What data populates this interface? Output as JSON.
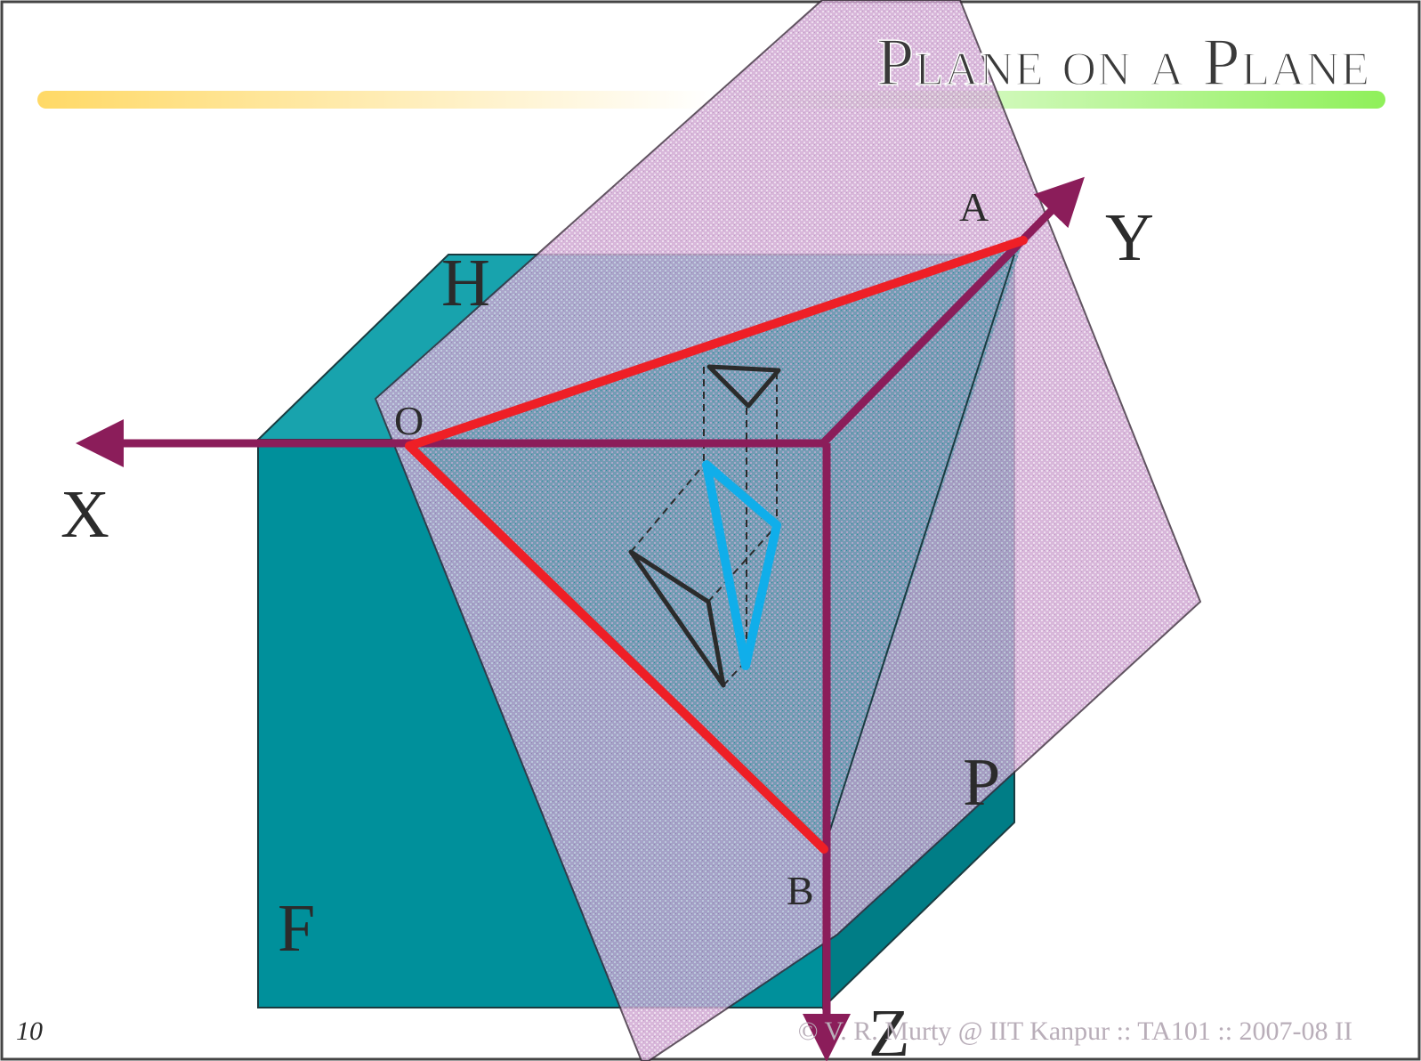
{
  "slide": {
    "title": "Plane on a Plane",
    "page_number": "10",
    "footer": "© V. R. Murty @ IIT Kanpur :: TA101 :: 2007-08 II",
    "colors": {
      "plane_teal": "#00909b",
      "plane_teal_light": "#18a3ad",
      "plane_teal_dark": "#007d86",
      "inclined_plane_purple": "#c9a2c9",
      "axis_color": "#8b1d5a",
      "trace_red": "#ee1f26",
      "projection_blue": "#10aeea",
      "title_bar_yellow": "#ffd966",
      "title_bar_green": "#8ff05a"
    }
  },
  "labels": {
    "x_axis": "X",
    "y_axis": "Y",
    "z_axis": "Z",
    "horizontal_plane": "H",
    "frontal_plane": "F",
    "profile_plane": "P",
    "point_origin": "O",
    "point_a": "A",
    "point_b": "B"
  }
}
